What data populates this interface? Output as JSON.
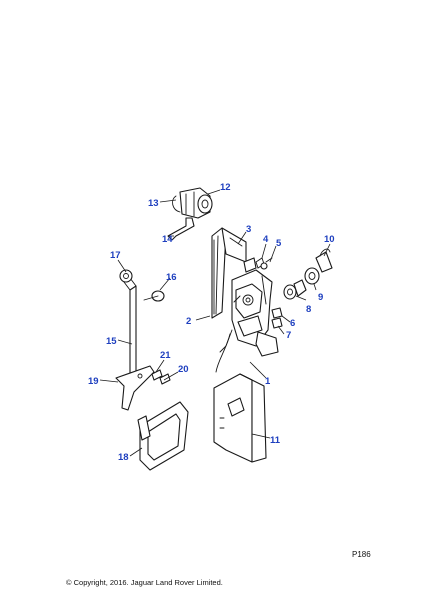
{
  "diagram": {
    "plate_ref": "P186",
    "copyright": "© Copyright, 2016. Jaguar Land Rover Limited.",
    "callouts": {
      "p1": "1",
      "p2": "2",
      "p3": "3",
      "p4": "4",
      "p5": "5",
      "p6": "6",
      "p7": "7",
      "p8": "8",
      "p9": "9",
      "p10": "10",
      "p11": "11",
      "p12": "12",
      "p13": "13",
      "p14": "14",
      "p15": "15",
      "p16": "16",
      "p17": "17",
      "p18": "18",
      "p19": "19",
      "p20": "20",
      "p21": "21"
    },
    "callout_color": "#1e3fbf"
  }
}
